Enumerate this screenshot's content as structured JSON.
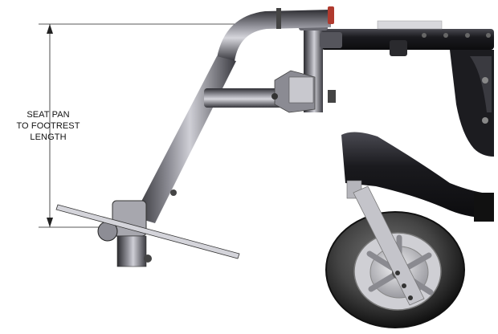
{
  "diagram": {
    "dimension_label_lines": [
      "SEAT PAN",
      "TO FOOTREST",
      "LENGTH"
    ]
  },
  "parts": {
    "frame_tube": "chrome-tube",
    "caster_wheel": "caster-wheel",
    "caster_fork": "caster-fork",
    "footplate": "footplate",
    "hanger_clamp": "hanger-clamp",
    "end_cap_color": "#b03a2e"
  }
}
